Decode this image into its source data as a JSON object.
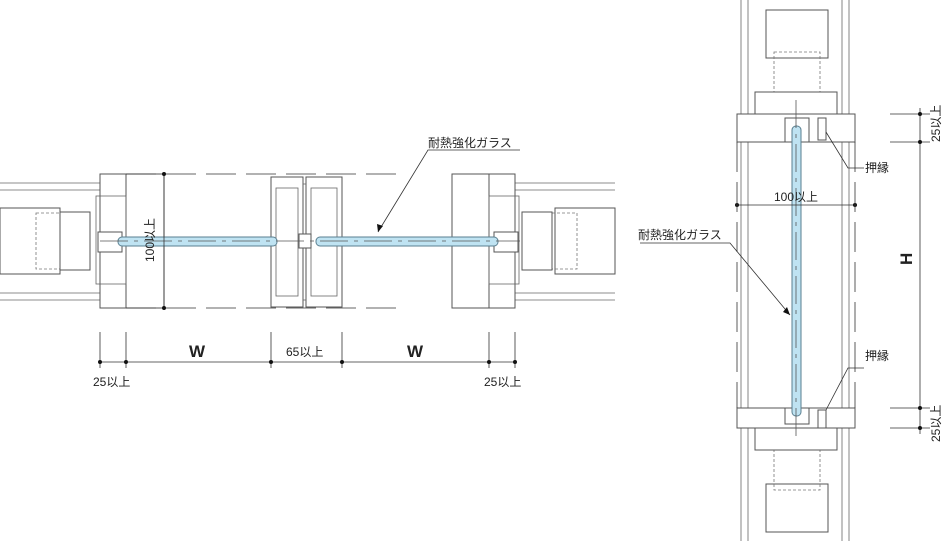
{
  "plan": {
    "glass_label": "耐熱強化ガラス",
    "dim_w_left": "W",
    "dim_w_right": "W",
    "dim_gap": "65以上",
    "dim_edge_left": "25以上",
    "dim_edge_right": "25以上",
    "dim_height": "100以上"
  },
  "section": {
    "glass_label": "耐熱強化ガラス",
    "bead_top": "押縁",
    "bead_bottom": "押縁",
    "dim_depth": "100以上",
    "dim_h": "H",
    "dim_edge_top": "25以上",
    "dim_edge_bottom": "25以上"
  },
  "colors": {
    "glass": "#bfe3f2",
    "line": "#555555"
  }
}
